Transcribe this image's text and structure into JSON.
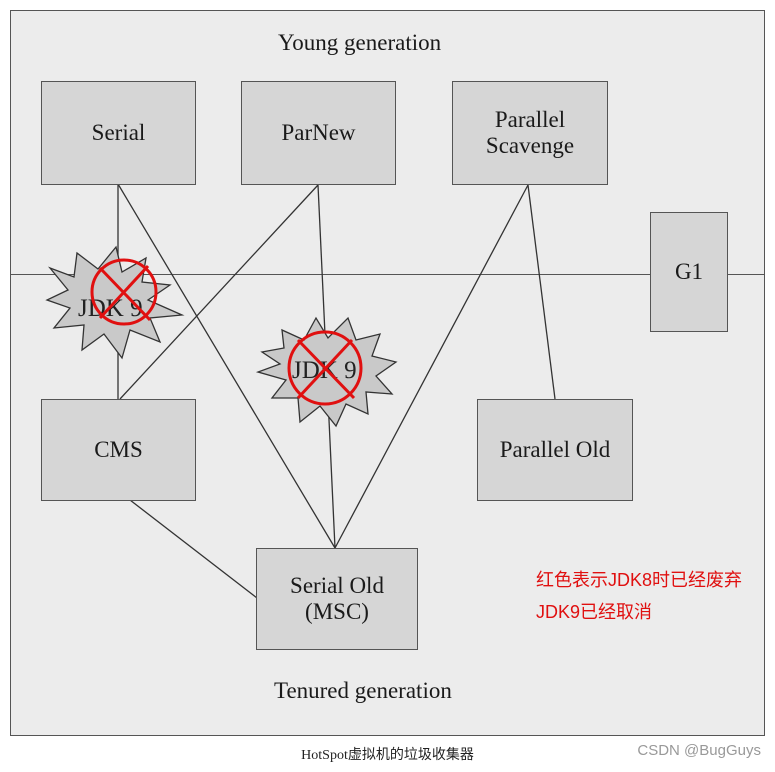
{
  "diagram": {
    "young_label": "Young generation",
    "tenured_label": "Tenured generation",
    "collectors": {
      "serial": "Serial",
      "parnew": "ParNew",
      "parallel_scavenge": "Parallel Scavenge",
      "g1": "G1",
      "cms": "CMS",
      "parallel_old": "Parallel Old",
      "serial_old": "Serial Old (MSC)"
    },
    "deprecated_badges": [
      "JDK 9",
      "JDK 9"
    ],
    "note_lines": [
      "红色表示JDK8时已经废弃",
      "JDK9已经取消"
    ],
    "caption": "HotSpot虚拟机的垃圾收集器",
    "watermark": "CSDN @BugGuys",
    "colors": {
      "note": "#e01010",
      "cross": "#e01010",
      "box": "#d6d6d6"
    }
  }
}
